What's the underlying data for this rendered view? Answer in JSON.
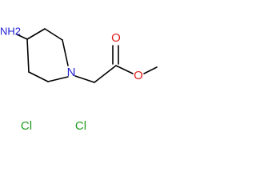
{
  "molecule": {
    "atoms": {
      "amino": "NH2",
      "ring_nitrogen": "N",
      "carbonyl_oxygen": "O",
      "ester_oxygen": "O"
    },
    "counterions": [
      "Cl",
      "Cl"
    ]
  },
  "colors": {
    "bond": "#000000",
    "nitrogen": "#1f1fd6",
    "oxygen": "#e0201c",
    "chlorine": "#1f9a1f"
  }
}
